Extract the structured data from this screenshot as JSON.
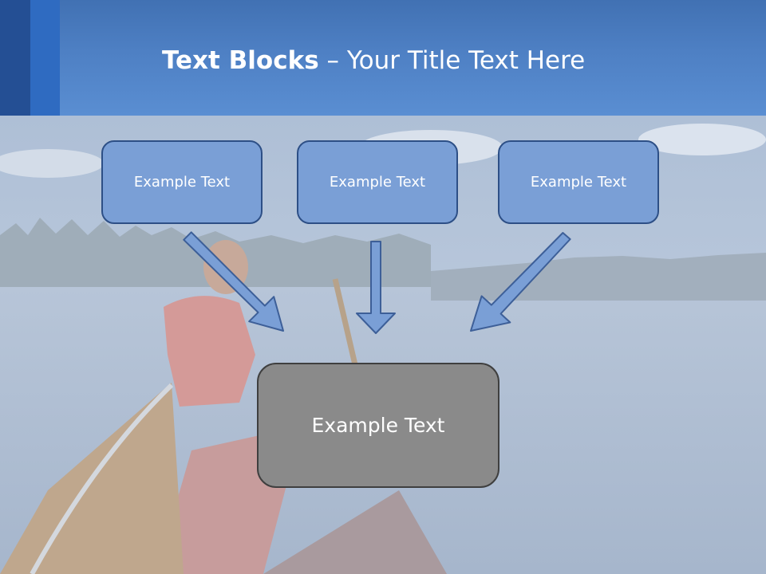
{
  "slide": {
    "title_bold": "Text Blocks",
    "title_rest": " – Your Title Text Here"
  },
  "diagram": {
    "blocks": [
      "Example Text",
      "Example Text",
      "Example Text"
    ],
    "center_block": "Example Text"
  },
  "colors": {
    "header": "#4e80c4",
    "block_fill": "#7a9fd6",
    "block_border": "#2d4f86",
    "center_fill": "#8a8a8a",
    "arrow_fill": "#7a9fd6"
  }
}
